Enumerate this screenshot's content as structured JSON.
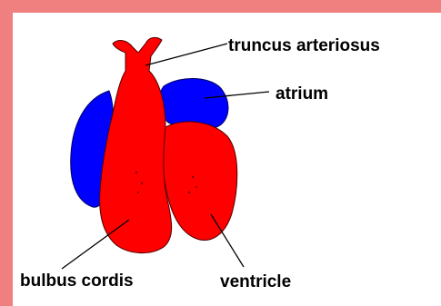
{
  "labels": {
    "truncus": "truncus arteriosus",
    "atrium": "atrium",
    "bulbus": "bulbus cordis",
    "ventricle": "ventricle"
  },
  "colors": {
    "border": "#f08080",
    "vessel": "#ff0000",
    "atrium": "#0000ff",
    "leader_lines": "#000000"
  }
}
